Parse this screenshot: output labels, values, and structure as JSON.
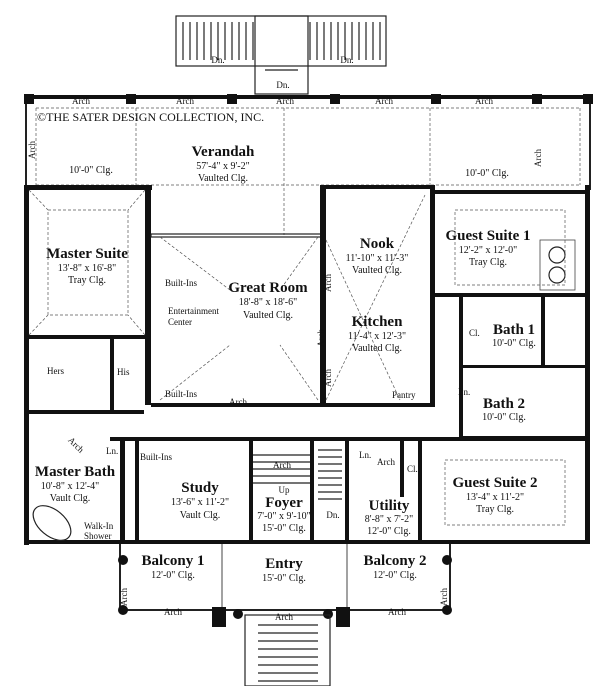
{
  "copyright": "©THE SATER DESIGN COLLECTION, INC.",
  "rooms": {
    "verandah": {
      "name": "Verandah",
      "dims": "57'-4\" x 9'-2\"",
      "ceiling": "Vaulted Clg."
    },
    "verandah_left": {
      "ceiling": "10'-0\" Clg."
    },
    "verandah_right": {
      "ceiling": "10'-0\" Clg."
    },
    "master_suite": {
      "name": "Master Suite",
      "dims": "13'-8\" x 16'-8\"",
      "ceiling": "Tray Clg."
    },
    "great_room": {
      "name": "Great Room",
      "dims": "18'-8\" x 18'-6\"",
      "ceiling": "Vaulted Clg."
    },
    "nook": {
      "name": "Nook",
      "dims": "11'-10\" x 11'-3\"",
      "ceiling": "Vaulted Clg."
    },
    "kitchen": {
      "name": "Kitchen",
      "dims": "11'-4\" x 12'-3\"",
      "ceiling": "Vaulted Clg."
    },
    "guest_suite_1": {
      "name": "Guest Suite 1",
      "dims": "12'-2\" x 12'-0\"",
      "ceiling": "Tray Clg."
    },
    "bath_1": {
      "name": "Bath 1",
      "ceiling": "10'-0\" Clg."
    },
    "bath_2": {
      "name": "Bath 2",
      "ceiling": "10'-0\" Clg."
    },
    "master_bath": {
      "name": "Master Bath",
      "dims": "10'-8\" x 12'-4\"",
      "ceiling": "Vault Clg."
    },
    "study": {
      "name": "Study",
      "dims": "13'-6\" x 11'-2\"",
      "ceiling": "Vault Clg."
    },
    "foyer": {
      "name": "Foyer",
      "dims": "7'-0\" x 9'-10\"",
      "ceiling": "15'-0\" Clg."
    },
    "utility": {
      "name": "Utility",
      "dims": "8'-8\" x 7'-2\"",
      "ceiling": "12'-0\" Clg."
    },
    "guest_suite_2": {
      "name": "Guest Suite 2",
      "dims": "13'-4\" x 11'-2\"",
      "ceiling": "Tray Clg."
    },
    "balcony_1": {
      "name": "Balcony 1",
      "ceiling": "12'-0\" Clg."
    },
    "entry": {
      "name": "Entry",
      "ceiling": "15'-0\" Clg."
    },
    "balcony_2": {
      "name": "Balcony 2",
      "ceiling": "12'-0\" Clg."
    }
  },
  "labels": {
    "arch": "Arch",
    "dn": "Dn.",
    "up": "Up",
    "built_ins": "Built-Ins",
    "entertainment": "Entertainment",
    "center": "Center",
    "hers": "Hers",
    "his": "His",
    "pantry": "Pantry",
    "closet": "Cl.",
    "linen": "Ln.",
    "walk_in": "Walk-In",
    "shower": "Shower"
  }
}
